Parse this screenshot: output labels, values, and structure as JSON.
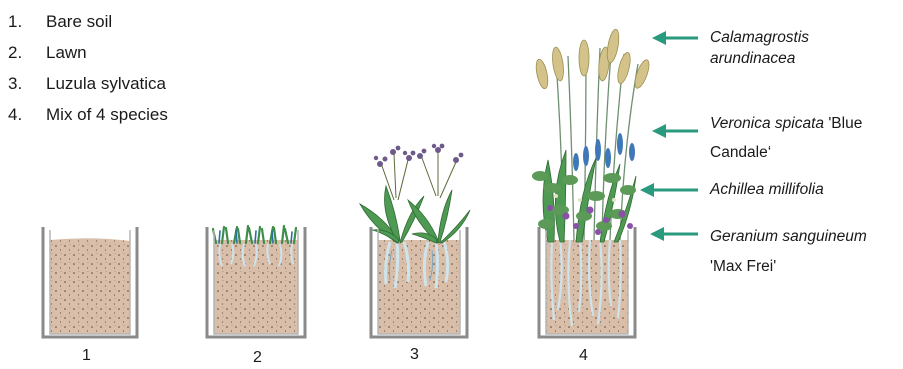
{
  "legend": [
    {
      "number": "1.",
      "label": "Bare soil"
    },
    {
      "number": "2.",
      "label": "Lawn"
    },
    {
      "number": "3.",
      "label": "Luzula sylvatica"
    },
    {
      "number": "4.",
      "label": "Mix of 4 species"
    }
  ],
  "containers": [
    {
      "number": "1",
      "content": "bare soil"
    },
    {
      "number": "2",
      "content": "lawn"
    },
    {
      "number": "3",
      "content": "luzula sylvatica"
    },
    {
      "number": "4",
      "content": "mix of 4 species"
    }
  ],
  "species_labels": {
    "calamagrostis": {
      "line1": "Calamagrostis",
      "line2": "arundinacea"
    },
    "veronica": {
      "italic": "Veronica spicata",
      "rest": " 'Blue",
      "line2": "Candale‘"
    },
    "achillea": {
      "italic": "Achillea millifolia"
    },
    "geranium": {
      "italic": "Geranium sanguineum",
      "line2": "'Max Frei'"
    }
  },
  "colors": {
    "arrow": "#2a9a7e",
    "soil": "#d9bfa9",
    "container": "#8a8a8a",
    "grass": "#4e9a52",
    "blue_flower": "#3f78b8",
    "purple_flower": "#8a4fa8"
  }
}
